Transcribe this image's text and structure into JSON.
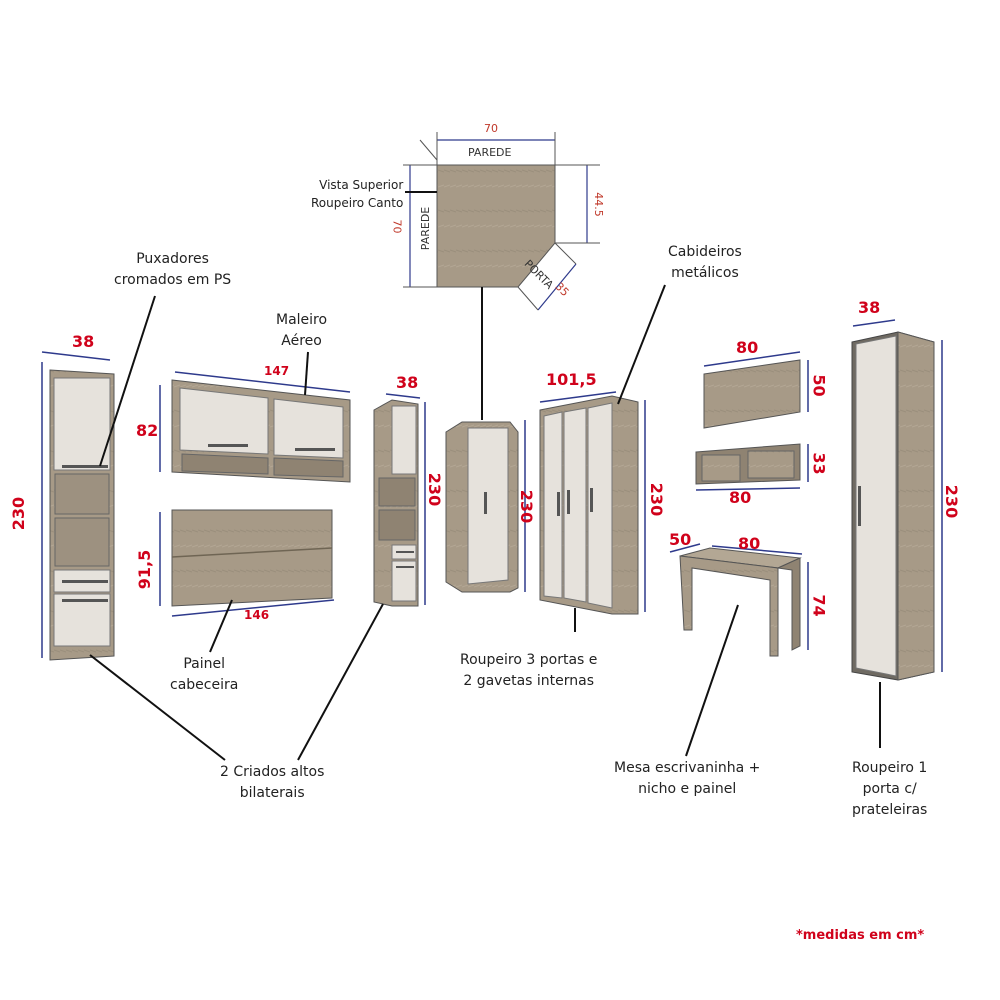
{
  "colors": {
    "wood": "#a79a87",
    "wood_dark": "#8f8372",
    "panel_white": "#e6e2dc",
    "dimension_red": "#d0021b",
    "dimension_line": "#2e3a8c",
    "leader": "#111111"
  },
  "labels": {
    "puxadores": [
      "Puxadores",
      "cromados em PS"
    ],
    "maleiro": [
      "Maleiro",
      "Aéreo"
    ],
    "painel": [
      "Painel",
      "cabeceira"
    ],
    "criados": [
      "2 Criados altos",
      "bilaterais"
    ],
    "roupeiro3": [
      "Roupeiro 3 portas e",
      "2 gavetas internas"
    ],
    "cabideiros": [
      "Cabideiros",
      "metálicos"
    ],
    "mesa": [
      "Mesa escrivaninha +",
      "nicho e painel"
    ],
    "roupeiro1": [
      "Roupeiro 1",
      "porta c/",
      "prateleiras"
    ],
    "vista": [
      "Vista Superior",
      "Roupeiro Canto"
    ]
  },
  "plan_view": {
    "top_width": "70",
    "side_depth": "70",
    "right_depth": "44.5",
    "door_width": "35",
    "wall_top": "PAREDE",
    "wall_left": "PAREDE",
    "door": "PORTA"
  },
  "dimensions": {
    "criado_left_depth": "38",
    "criado_left_height": "230",
    "maleiro_width": "147",
    "maleiro_height": "82",
    "painel_height": "91,5",
    "painel_width": "146",
    "criado_right_depth": "38",
    "criado_right_height": "230",
    "canto_height": "230",
    "roupeiro3_width": "101,5",
    "roupeiro3_height": "230",
    "shelf_width": "80",
    "shelf_height": "50",
    "nicho_height": "33",
    "nicho_width": "80",
    "mesa_depth": "50",
    "mesa_width": "80",
    "mesa_height": "74",
    "roupeiro1_depth": "38",
    "roupeiro1_height": "230"
  },
  "footnote": "*medidas em cm*"
}
